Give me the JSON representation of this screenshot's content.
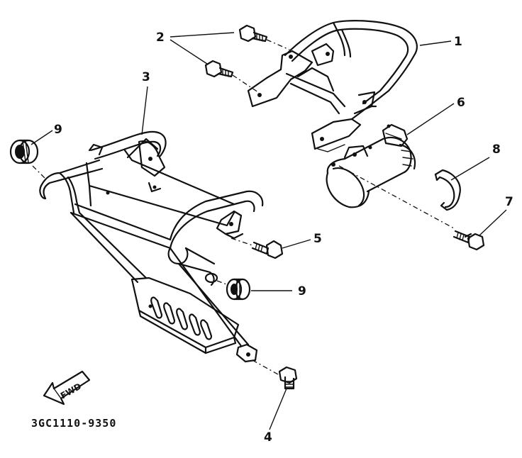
{
  "callouts": {
    "c1": "1",
    "c2": "2",
    "c3": "3",
    "c4": "4",
    "c5": "5",
    "c6": "6",
    "c7": "7",
    "c8": "8",
    "c9a": "9",
    "c9b": "9"
  },
  "fwd_label": "FWD",
  "drawing_code": "3GC1110-9350"
}
